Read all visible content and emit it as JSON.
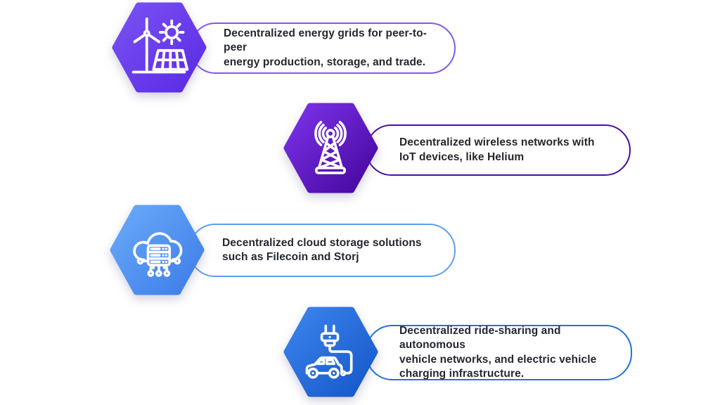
{
  "canvas": {
    "background": "#ffffff",
    "text_color": "#24272e",
    "icon_stroke": "#ffffff"
  },
  "items": [
    {
      "id": "energy",
      "icon": "wind-turbine-solar-icon",
      "text": "Decentralized energy grids for peer-to-peer\nenergy production, storage, and trade.",
      "hex_from": "#7a52f3",
      "hex_to": "#5a2ae4",
      "pill_border": "#8456ec"
    },
    {
      "id": "wireless",
      "icon": "radio-tower-icon",
      "text": "Decentralized wireless networks with\nIoT devices, like Helium",
      "hex_from": "#7d33eb",
      "hex_to": "#44069c",
      "pill_border": "#4a10a4"
    },
    {
      "id": "storage",
      "icon": "cloud-server-icon",
      "text": "Decentralized cloud storage solutions\nsuch as Filecoin and Storj",
      "hex_from": "#6aaaf9",
      "hex_to": "#3d7ce8",
      "pill_border": "#5f9ef2"
    },
    {
      "id": "mobility",
      "icon": "ev-charging-car-icon",
      "text": "Decentralized ride-sharing and autonomous\nvehicle networks, and electric vehicle\ncharging infrastructure.",
      "hex_from": "#3c85ee",
      "hex_to": "#1556c8",
      "pill_border": "#2472da"
    }
  ]
}
